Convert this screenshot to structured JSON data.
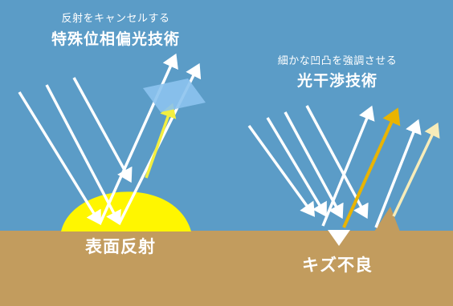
{
  "left_panel": {
    "caption_line1": "反射をキャンセルする",
    "caption_line2": "特殊位相偏光技術",
    "bottom_label": "表面反射"
  },
  "right_panel": {
    "caption_line1": "細かな凹凸を強調させる",
    "caption_line2": "光干渉技術",
    "bottom_label": "キズ不良"
  },
  "colors": {
    "sky": "#5b9cc7",
    "ground": "#c29c5e",
    "glare": "#fff600",
    "filter": "#8cc3ee",
    "yellow_ray": "#f2ee40",
    "gold_ray": "#e9b400",
    "cream_ray": "#f7ecb9",
    "white_ray": "#ffffff"
  }
}
